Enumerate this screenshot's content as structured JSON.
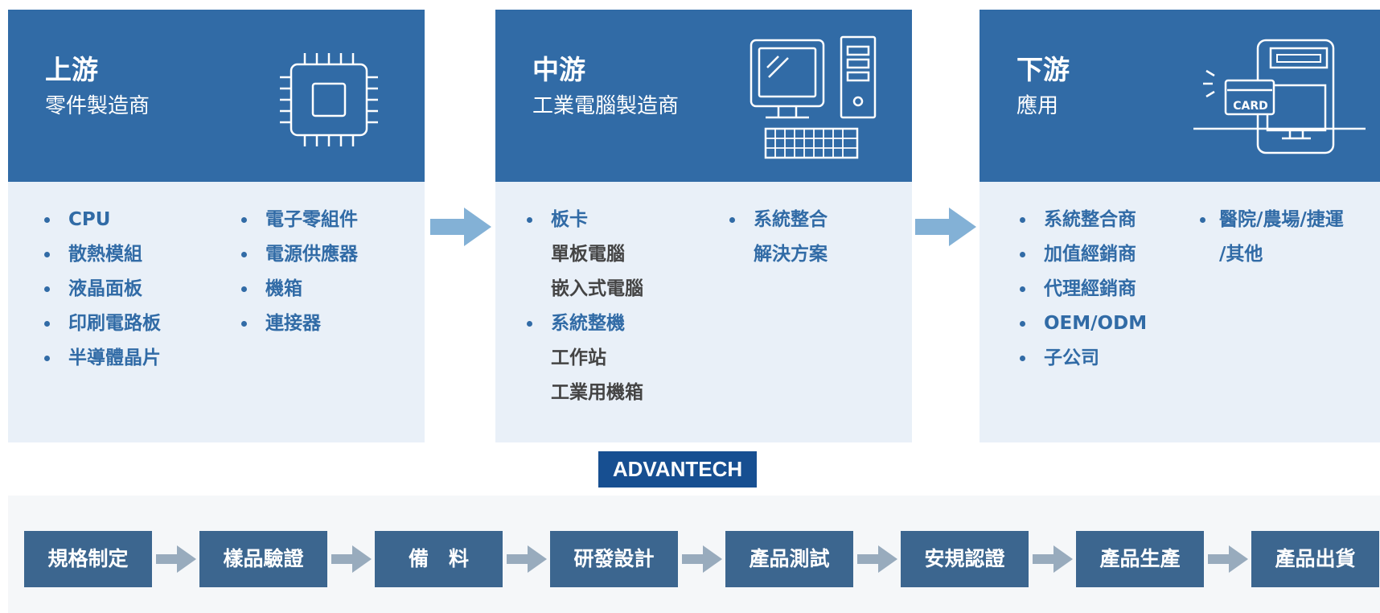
{
  "columns": [
    {
      "title": "上游",
      "subtitle": "零件製造商",
      "icon": "cpu-chip-icon",
      "list_a": [
        {
          "text": "CPU",
          "bullet": true
        },
        {
          "text": "散熱模組",
          "bullet": true
        },
        {
          "text": "液晶面板",
          "bullet": true
        },
        {
          "text": "印刷電路板",
          "bullet": true
        },
        {
          "text": "半導體晶片",
          "bullet": true
        }
      ],
      "list_b": [
        {
          "text": "電子零組件",
          "bullet": true
        },
        {
          "text": "電源供應器",
          "bullet": true
        },
        {
          "text": "機箱",
          "bullet": true
        },
        {
          "text": "連接器",
          "bullet": true
        }
      ]
    },
    {
      "title": "中游",
      "subtitle": "工業電腦製造商",
      "icon": "desktop-computer-icon",
      "list_a": [
        {
          "text": "板卡",
          "bullet": true
        },
        {
          "text": "單板電腦",
          "bullet": false
        },
        {
          "text": "嵌入式電腦",
          "bullet": false
        },
        {
          "text": "系統整機",
          "bullet": true
        },
        {
          "text": "工作站",
          "bullet": false
        },
        {
          "text": "工業用機箱",
          "bullet": false
        }
      ],
      "list_b": [
        {
          "text": "系統整合",
          "bullet": true
        },
        {
          "text": "解決方案",
          "bullet": false
        }
      ]
    },
    {
      "title": "下游",
      "subtitle": "應用",
      "icon": "card-terminal-icon",
      "card_label": "CARD",
      "list_a": [
        {
          "text": "系統整合商",
          "bullet": true
        },
        {
          "text": "加值經銷商",
          "bullet": true
        },
        {
          "text": "代理經銷商",
          "bullet": true
        },
        {
          "text": "OEM/ODM",
          "bullet": true
        },
        {
          "text": "子公司",
          "bullet": true
        }
      ],
      "list_b": [
        {
          "text": "醫院/農場/捷運",
          "bullet": true
        },
        {
          "text": "/其他",
          "bullet": false
        }
      ]
    }
  ],
  "logo_text": "ADVANTECH",
  "process_steps": [
    "規格制定",
    "樣品驗證",
    "備　料",
    "研發設計",
    "產品測試",
    "安規認證",
    "產品生產",
    "產品出貨"
  ],
  "colors": {
    "header_blue": "#316ba6",
    "panel_bg": "#e9f0f8",
    "arrow_blue": "#83b1d6",
    "step_blue": "#3c668f",
    "process_arrow": "#98abbd",
    "logo_blue": "#174f91"
  }
}
